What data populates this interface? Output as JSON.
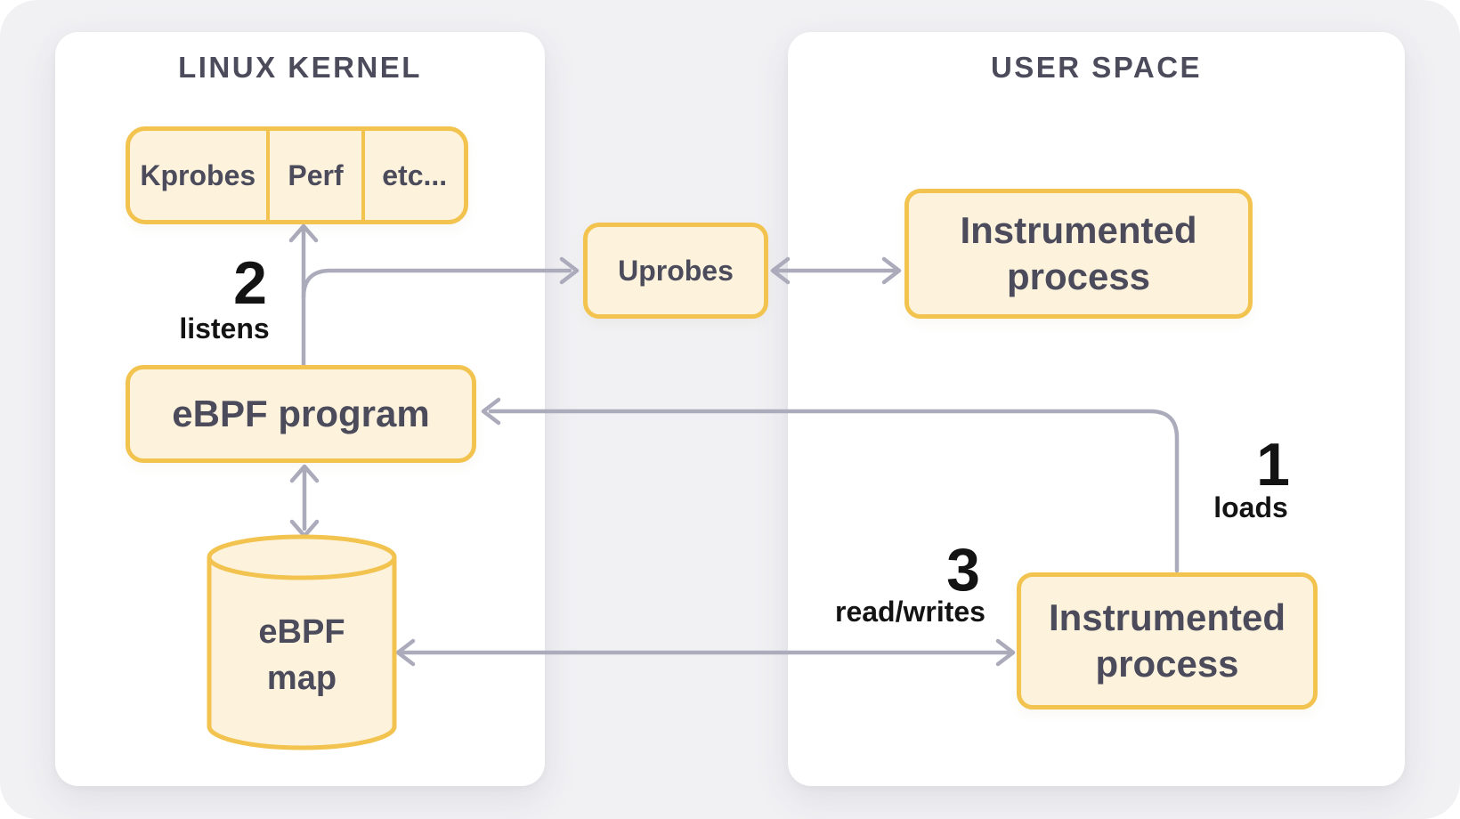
{
  "panels": {
    "kernel": {
      "title": "LINUX KERNEL"
    },
    "user_space": {
      "title": "USER SPACE"
    }
  },
  "nodes": {
    "kprobes": "Kprobes",
    "perf": "Perf",
    "etc": "etc...",
    "ebpf_program": "eBPF program",
    "uprobes": "Uprobes",
    "ebpf_map": "eBPF map",
    "instrumented_process_top": "Instrumented process",
    "instrumented_process_bottom": "Instrumented process"
  },
  "steps": {
    "loads": {
      "number": "1",
      "label": "loads"
    },
    "listens": {
      "number": "2",
      "label": "listens"
    },
    "read_writes": {
      "number": "3",
      "label": "read/writes"
    }
  },
  "colors": {
    "background": "#F1F1F4",
    "panel": "#FFFFFF",
    "node_fill": "#FDF3DD",
    "node_border": "#F3C34F",
    "arrow": "#ABABBC",
    "text_dark": "#4B4B5C",
    "text_black": "#131313"
  }
}
